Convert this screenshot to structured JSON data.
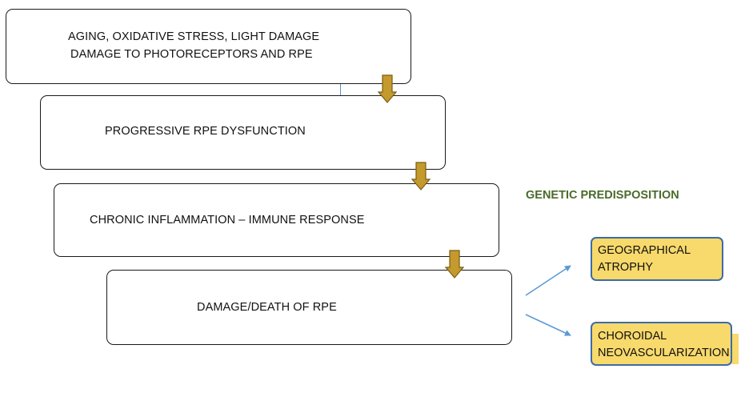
{
  "flow": {
    "steps": [
      {
        "line1": "AGING, OXIDATIVE STRESS, LIGHT DAMAGE",
        "line2": "DAMAGE TO PHOTORECEPTORS AND RPE"
      },
      {
        "line1": "PROGRESSIVE RPE DYSFUNCTION"
      },
      {
        "line1": "CHRONIC INFLAMMATION – IMMUNE RESPONSE"
      },
      {
        "line1": "DAMAGE/DEATH OF RPE"
      }
    ]
  },
  "side_label": {
    "text": "GENETIC PREDISPOSITION",
    "color": "#4a6b2a"
  },
  "outcomes": [
    {
      "line1": "GEOGRAPHICAL",
      "line2": "ATROPHY"
    },
    {
      "line1": "CHOROIDAL",
      "line2": "NEOVASCULARIZATION"
    }
  ],
  "colors": {
    "flow_arrow_fill": "#c49a2c",
    "flow_arrow_stroke": "#7a5c14",
    "outcome_fill": "#f8d96b",
    "outcome_border": "#3d6ca8",
    "branch_arrow": "#5b9bd5"
  }
}
